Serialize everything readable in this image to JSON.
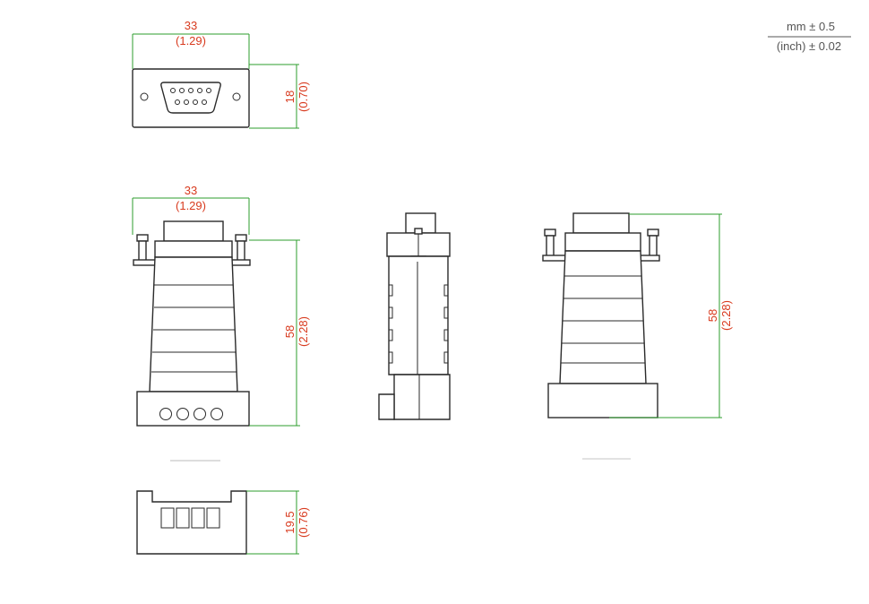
{
  "legend": {
    "mm_tolerance": "mm ± 0.5",
    "inch_tolerance": "(inch) ± 0.02"
  },
  "dimensions": {
    "top_width": {
      "mm": "33",
      "inch": "(1.29)"
    },
    "top_height": {
      "mm": "18",
      "inch": "(0.70)"
    },
    "front_width": {
      "mm": "33",
      "inch": "(1.29)"
    },
    "front_height": {
      "mm": "58",
      "inch": "(2.28)"
    },
    "back_height": {
      "mm": "58",
      "inch": "(2.28)"
    },
    "bottom_height": {
      "mm": "19.5",
      "inch": "(0.76)"
    }
  },
  "colors": {
    "dimension_line": "#2e9e2e",
    "dimension_text": "#d83a1e",
    "outline": "#2a2a2a"
  }
}
